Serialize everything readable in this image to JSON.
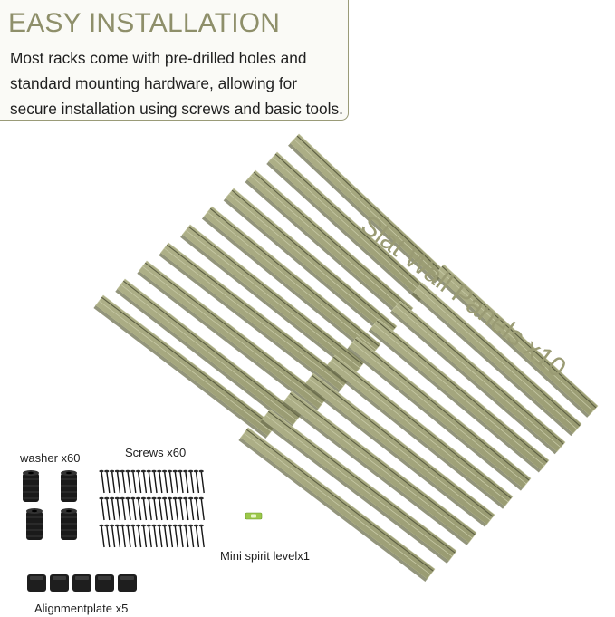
{
  "callout": {
    "title": "EASY INSTALLATION",
    "lines": [
      "Most racks come with pre-drilled holes and",
      "standard mounting hardware, allowing for",
      "secure installation using screws and basic tools."
    ]
  },
  "panels": {
    "label": "Slat Wall Panels x10",
    "count": 10
  },
  "accessories": {
    "washer": {
      "label": "washer x60",
      "shown": 4
    },
    "screws": {
      "label": "Screws x60",
      "shown": 60
    },
    "level": {
      "label": "Mini spirit levelx1"
    },
    "alignment": {
      "label": "Alignmentplate x5",
      "shown": 5
    }
  },
  "colors": {
    "panel": "#a3a57d",
    "panel_shadow": "#6f7150",
    "accent_title": "#8e8f6a",
    "level": "#9cc84a"
  }
}
